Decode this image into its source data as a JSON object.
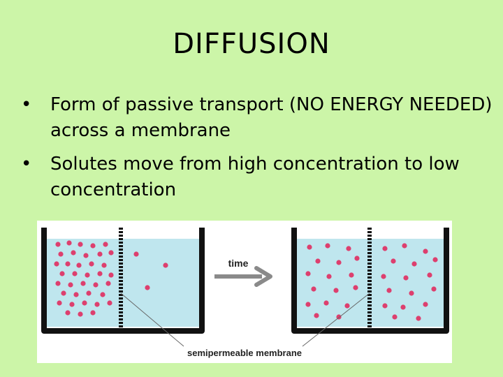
{
  "slide": {
    "title": "DIFFUSION",
    "bullet_glyph": "•",
    "bullets": [
      "Form of passive transport (NO ENERGY NEEDED) across a membrane",
      "Solutes move from high concentration to low concentration"
    ]
  },
  "figure": {
    "time_label": "time",
    "membrane_label": "semipermeable membrane",
    "colors": {
      "water": "#bfe6ee",
      "particle": "#dd3f6e",
      "beaker": "#111111",
      "arrow": "#8a8a8a"
    }
  }
}
